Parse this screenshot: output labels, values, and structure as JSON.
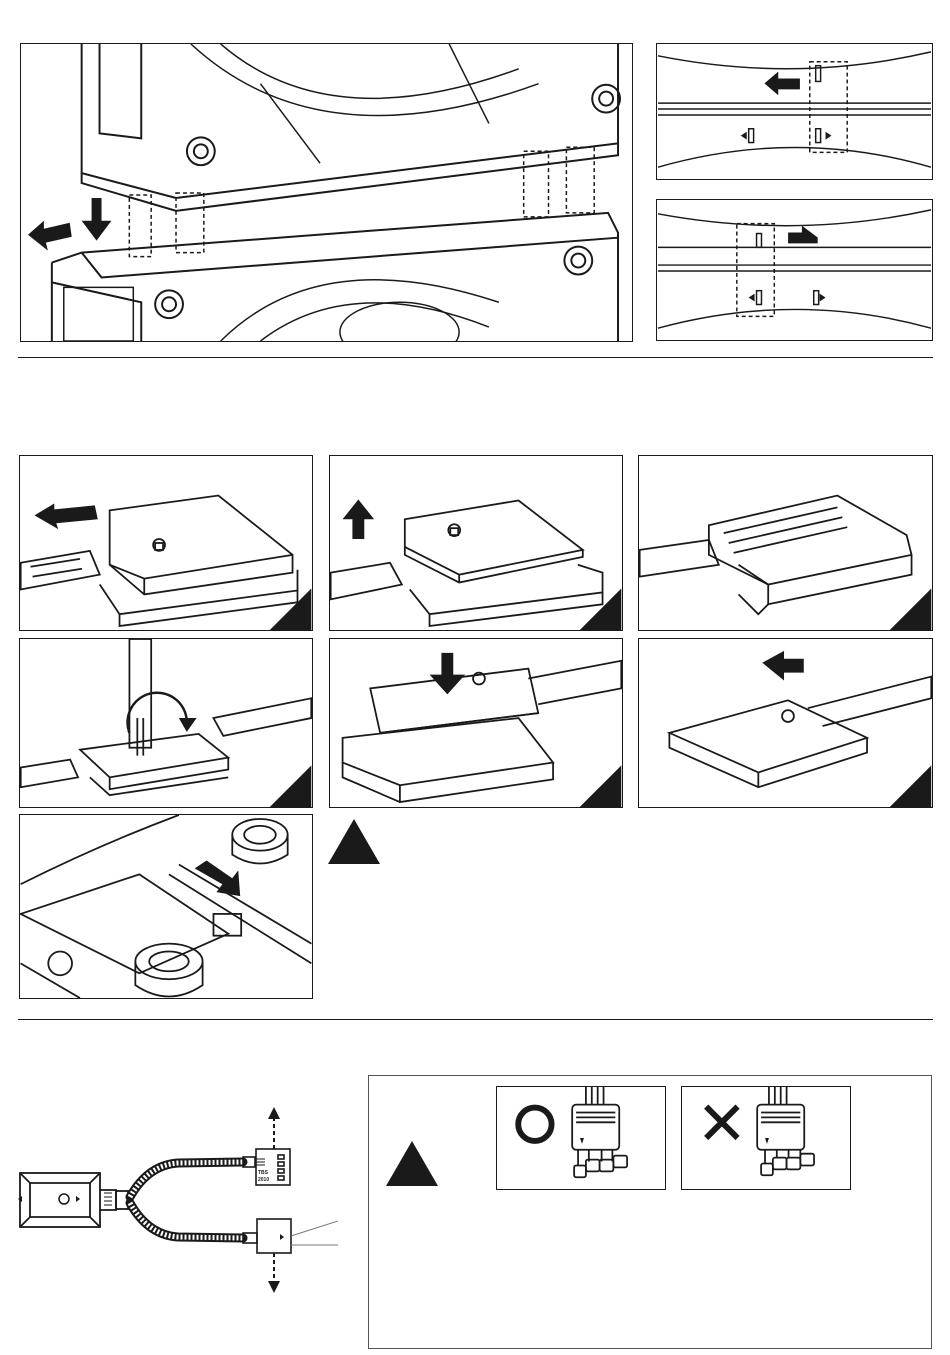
{
  "section1": {
    "slide_hint": "slide-direction-arrows"
  },
  "section3": {
    "connector_label_line1": "TBS",
    "connector_label_line2": "2010",
    "correct_mark": "O",
    "wrong_mark": "X"
  },
  "icons": [
    "warning-triangle-icon",
    "arrow-icon",
    "lock-icon",
    "screwdriver-icon"
  ]
}
